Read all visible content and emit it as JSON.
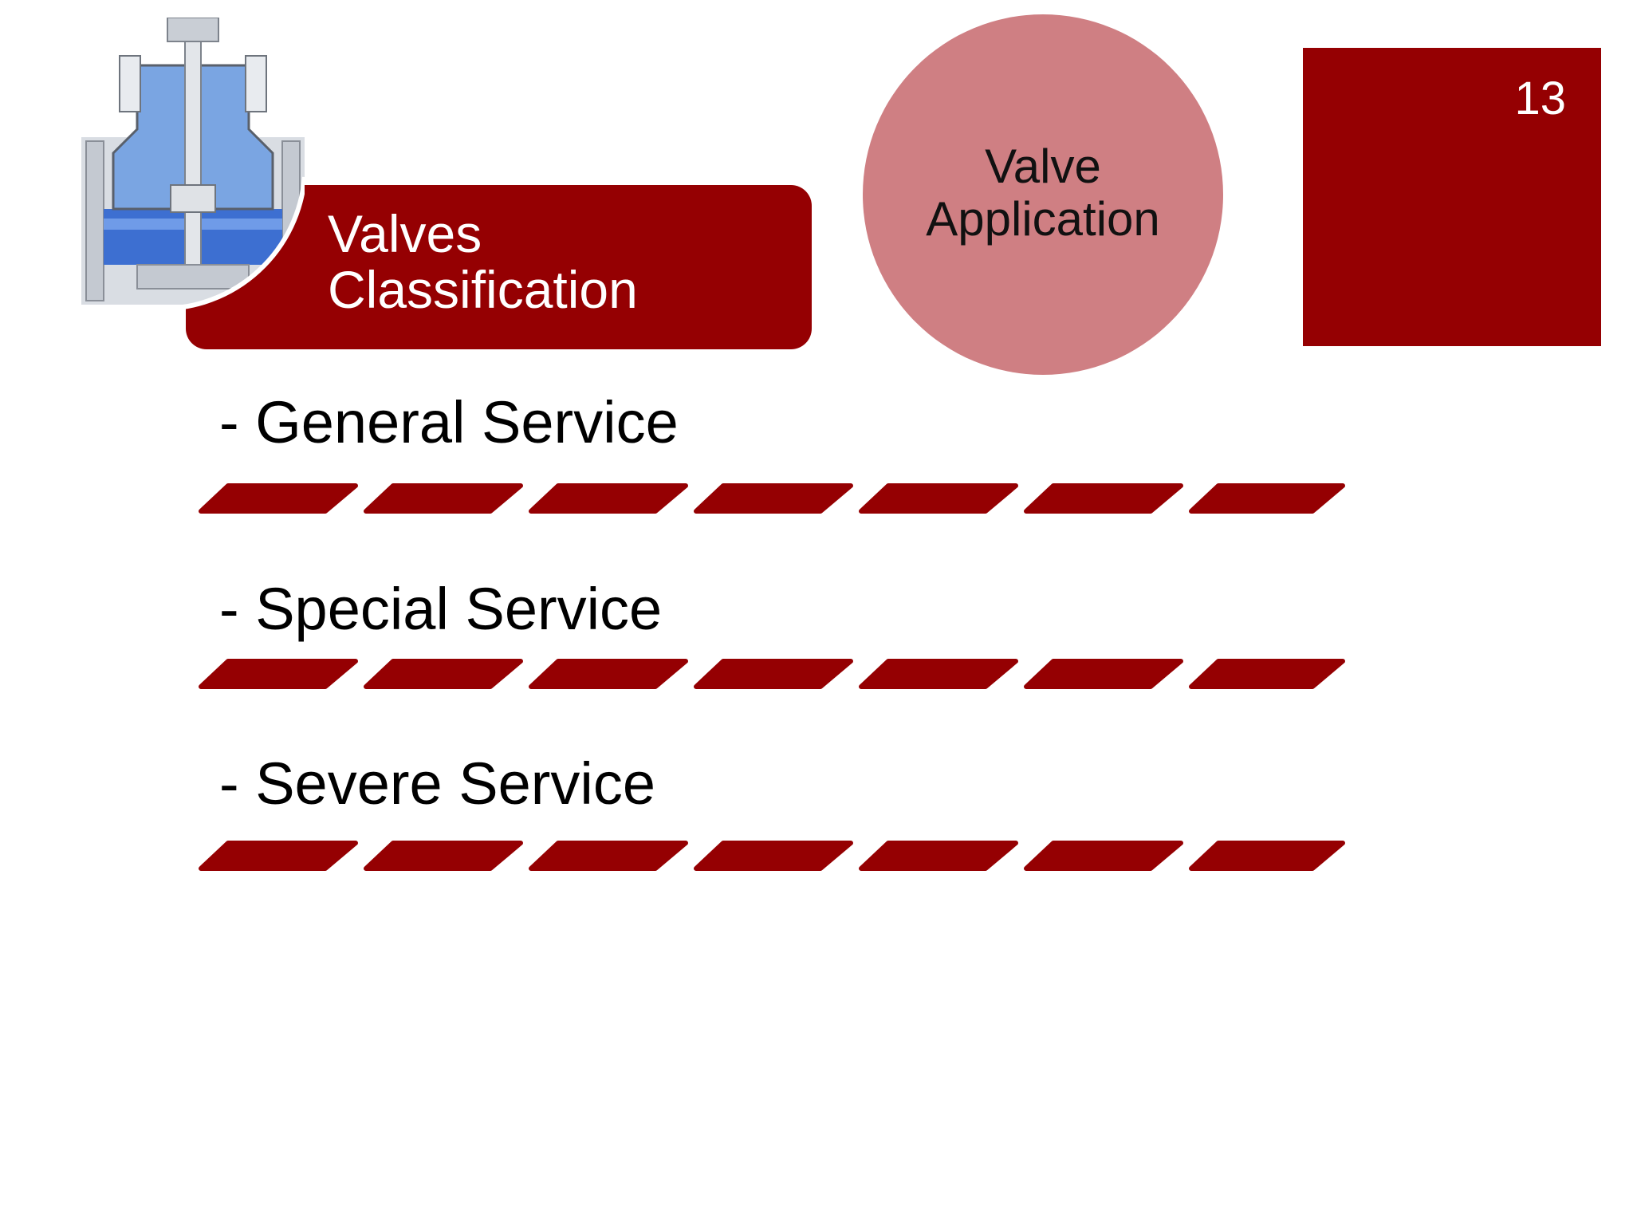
{
  "banner": {
    "line1": "Valves",
    "line2": "Classification"
  },
  "circle": {
    "line1": "Valve",
    "line2": "Application"
  },
  "slide_number": "13",
  "items": [
    {
      "label": "- General Service"
    },
    {
      "label": "- Special Service"
    },
    {
      "label": "- Severe Service"
    }
  ],
  "colors": {
    "accent": "#950002",
    "circle": "#cf7f83",
    "valve_blue": "#5b8fd6"
  }
}
